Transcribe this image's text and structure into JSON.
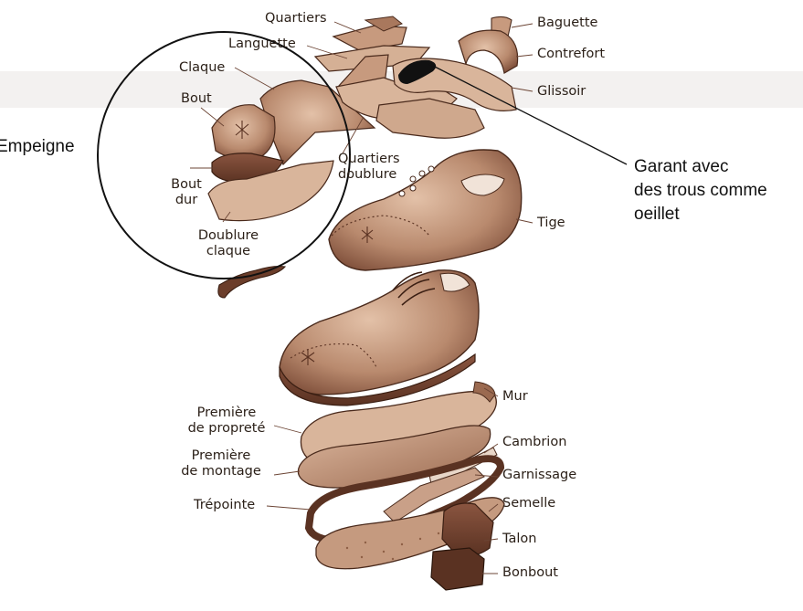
{
  "colors": {
    "leather_dark": "#7a4a36",
    "leather_mid": "#b98a6e",
    "leather_light": "#ddb9a0",
    "outline": "#4a2a1c",
    "ink": "#111111"
  },
  "labels": {
    "quartiers": "Quartiers",
    "languette": "Languette",
    "claque": "Claque",
    "bout": "Bout",
    "bout_dur_line1": "Bout",
    "bout_dur_line2": "dur",
    "doublure_claque_line1": "Doublure",
    "doublure_claque_line2": "claque",
    "quartiers_doublure_line1": "Quartiers",
    "quartiers_doublure_line2": "doublure",
    "baguette": "Baguette",
    "contrefort": "Contrefort",
    "glissoir": "Glissoir",
    "tige": "Tige",
    "mur": "Mur",
    "premiere_proprete_line1": "Première",
    "premiere_proprete_line2": "de propreté",
    "premiere_montage_line1": "Première",
    "premiere_montage_line2": "de montage",
    "trepointe": "Trépointe",
    "cambrion": "Cambrion",
    "garnissage": "Garnissage",
    "semelle": "Semelle",
    "talon": "Talon",
    "bonbout": "Bonbout"
  },
  "annotations": {
    "empeigne": "Empeigne",
    "garant_line1": "Garant avec",
    "garant_line2": "des trous comme",
    "garant_line3": "oeillet"
  }
}
